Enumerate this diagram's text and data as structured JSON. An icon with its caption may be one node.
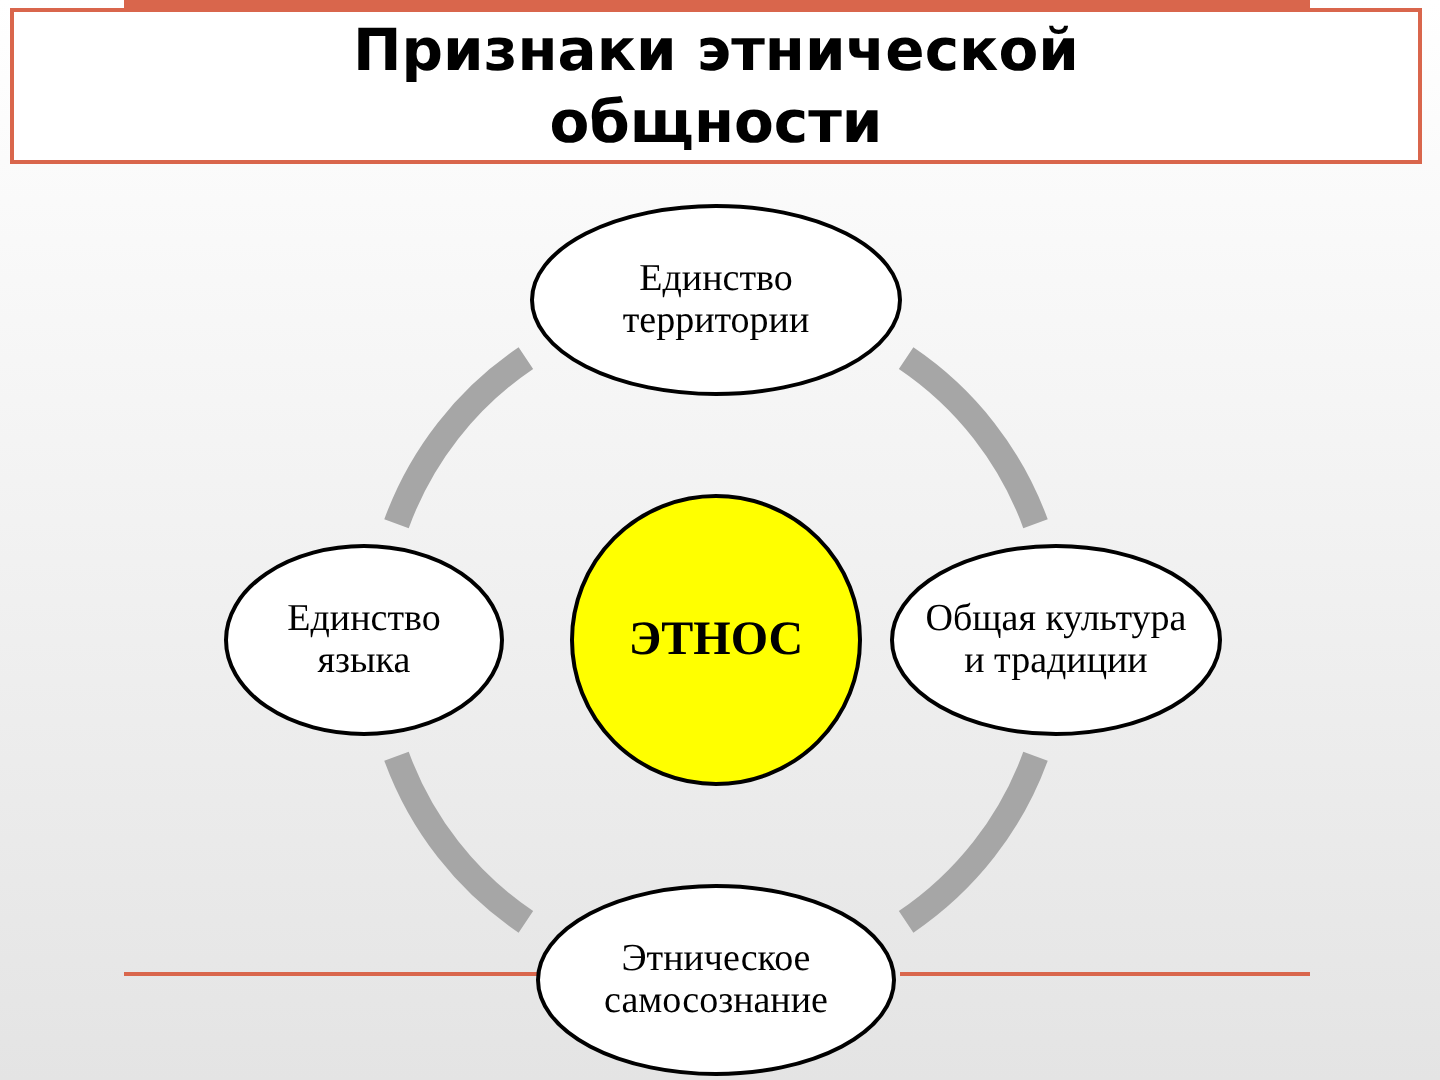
{
  "diagram": {
    "title": "Признаки этнической общности",
    "nodes": [
      {
        "text": [
          "ЭТНОС"
        ]
      },
      {
        "text": [
          "Единство территории"
        ]
      },
      {
        "text": [
          "Общая культура и традиции"
        ]
      },
      {
        "text": [
          "Этническое самосознание"
        ]
      },
      {
        "text": [
          "Единство языка"
        ]
      }
    ],
    "edges": [
      {
        "from": 1,
        "to": 2,
        "arrow": "none"
      },
      {
        "from": 2,
        "to": 3,
        "arrow": "none"
      },
      {
        "from": 3,
        "to": 4,
        "arrow": "none"
      },
      {
        "from": 4,
        "to": 1,
        "arrow": "none"
      }
    ]
  }
}
